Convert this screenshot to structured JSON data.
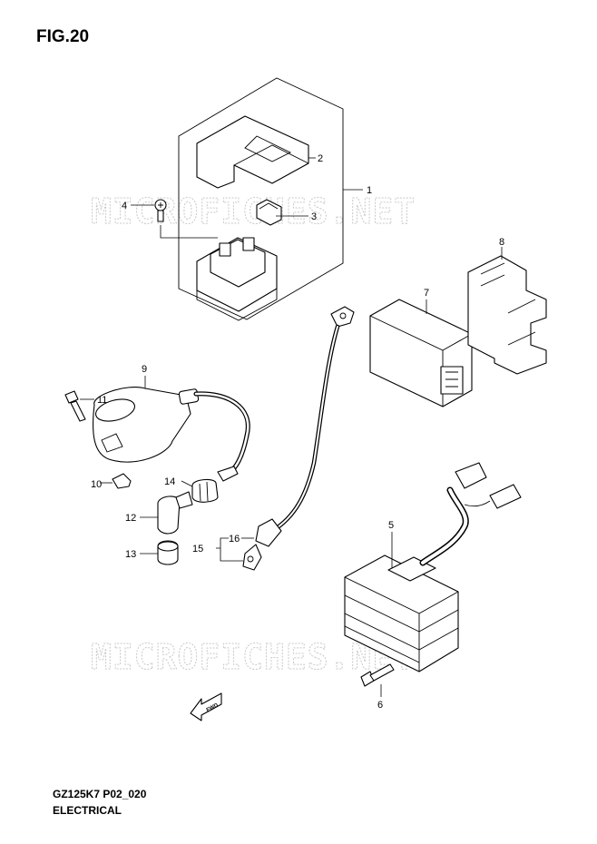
{
  "figure": {
    "title": "FIG.20",
    "code": "GZ125K7 P02_020",
    "section": "ELECTRICAL"
  },
  "watermark": {
    "text": "MICROFICHES.NET"
  },
  "forward_arrow": {
    "label": "FWD"
  },
  "callouts": {
    "c1": "1",
    "c2": "2",
    "c3": "3",
    "c4": "4",
    "c5": "5",
    "c6": "6",
    "c7": "7",
    "c8": "8",
    "c9": "9",
    "c10": "10",
    "c11": "11",
    "c12": "12",
    "c13": "13",
    "c14": "14",
    "c15": "15",
    "c16": "16"
  }
}
